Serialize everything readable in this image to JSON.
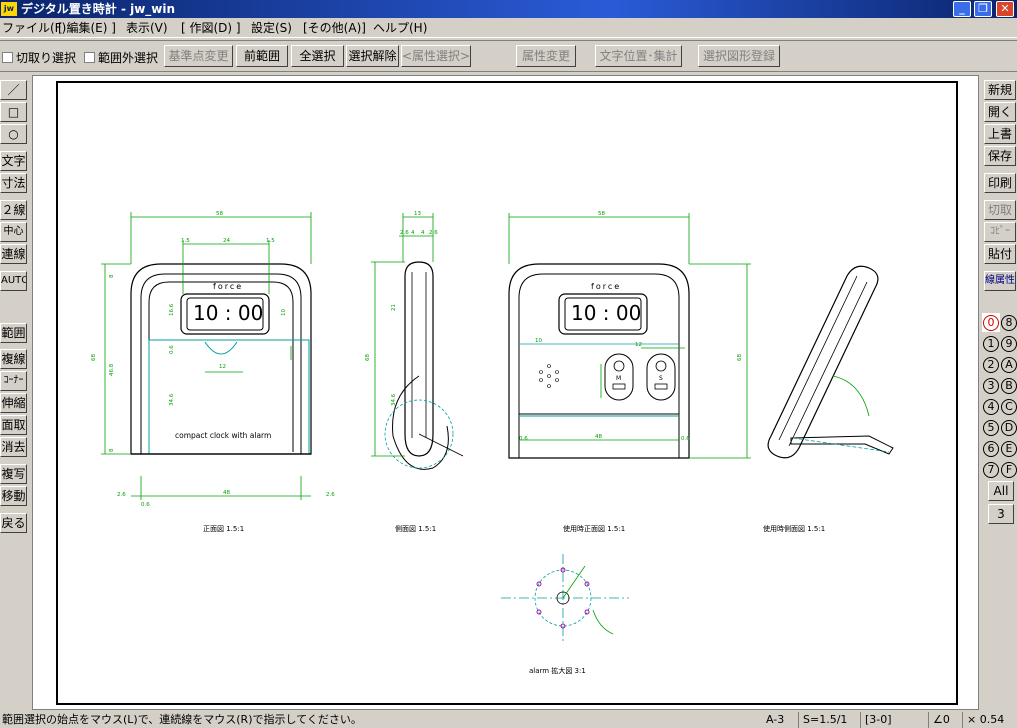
{
  "window": {
    "icon": "jw",
    "title": "デジタル置き時計 - jw_win",
    "minimize": "_",
    "restore": "❐",
    "close": "✕"
  },
  "menu": [
    "ファイル(F)",
    "[ 編集(E) ]",
    "表示(V)",
    "[ 作図(D) ]",
    "設定(S)",
    "[その他(A)]",
    "ヘルプ(H)"
  ],
  "toolbar": {
    "crop_select": "切取り選択",
    "outside_select": "範囲外選択",
    "base_point_change": "基準点変更",
    "previous_range": "前範囲",
    "select_all": "全選択",
    "deselect": "選択解除",
    "attribute_select": "<属性選択>",
    "attribute_change": "属性変更",
    "text_position": "文字位置･集計",
    "register_shape": "選択図形登録"
  },
  "left_tools": {
    "line": "／",
    "rect": "□",
    "circle": "○",
    "text": "文字",
    "dimension": "寸法",
    "double_line": "２線",
    "center_line": "中心線",
    "continuous_line": "連線",
    "auto": "AUTO",
    "range": "範囲",
    "multi_line": "複線",
    "corner": "ｺｰﾅｰ",
    "stretch": "伸縮",
    "chamfer": "面取",
    "erase": "消去",
    "copy": "複写",
    "move": "移動",
    "undo": "戻る"
  },
  "right_tools": {
    "new": "新規",
    "open": "開く",
    "overwrite": "上書",
    "save": "保存",
    "print": "印刷",
    "cut": "切取",
    "copy": "ｺﾋﾟｰ",
    "paste": "貼付",
    "line_attr": "線属性"
  },
  "layers": [
    [
      "0",
      "8"
    ],
    [
      "1",
      "9"
    ],
    [
      "2",
      "A"
    ],
    [
      "3",
      "B"
    ],
    [
      "4",
      "C"
    ],
    [
      "5",
      "D"
    ],
    [
      "6",
      "E"
    ],
    [
      "7",
      "F"
    ]
  ],
  "layer_all": "All",
  "layer_group": "3",
  "drawing": {
    "brand": "force",
    "clock_time": "10 : 00",
    "caption_text": "compact clock with alarm",
    "label_front": "正面図 1.5:1",
    "label_side": "側面図 1.5:1",
    "label_use_front": "使用時正面図 1.5:1",
    "label_use_side": "使用時側面図 1.5:1",
    "label_detail": "alarm 拡大図 3:1",
    "btn_m": "M",
    "btn_s": "S",
    "dims": {
      "width": "58",
      "depth": "13",
      "top_a": "1.5",
      "top_b": "24",
      "top_c": "1.5",
      "height": "68",
      "h_a": "8",
      "h_b": "46.8",
      "h_c": "8",
      "h_d": "16.6",
      "h_e": "0.6",
      "h_f": "34.6",
      "side_a": "2.6",
      "side_b": "4",
      "side_c": "4",
      "side_d": "2.6",
      "side_h1": "21",
      "side_h2": "34.6",
      "bottom_a": "2.6",
      "bottom_b": "0.6",
      "bottom_c": "48",
      "bottom_d": "2.6",
      "inner_12": "12",
      "inner_10": "10",
      "back_48": "48",
      "back_10": "10",
      "back_12": "12"
    }
  },
  "status": {
    "message": "範囲選択の始点をマウス(L)で、連続線をマウス(R)で指示してください。",
    "paper": "A-3",
    "scale": "S=1.5/1",
    "layer": "[3-0]",
    "angle": "∠0",
    "zoom": "× 0.54"
  }
}
